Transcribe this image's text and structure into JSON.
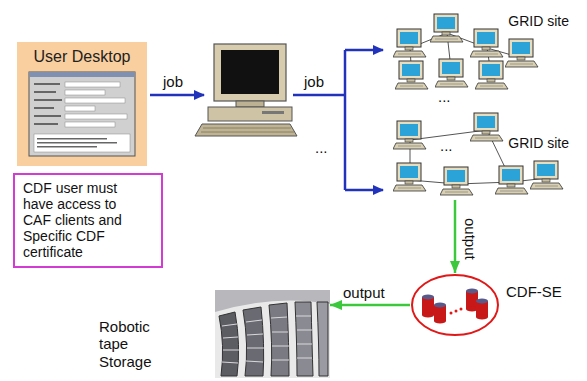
{
  "diagram": {
    "nodes": [
      {
        "text": [
          "User Desktop"
        ]
      },
      {
        "text": [
          "CDF user must have access to CAF clients and Specific CDF certificate"
        ]
      },
      {
        "text": [
          "GRID site"
        ]
      },
      {
        "text": [
          "GRID site"
        ]
      },
      {
        "text": [
          "CDF-SE"
        ]
      },
      {
        "text": [
          "Robotic tape Storage"
        ]
      }
    ],
    "edges": [
      {
        "from": 3,
        "to": 4,
        "label": "output",
        "arrow": "to"
      },
      {
        "from": 4,
        "to": 5,
        "label": "output",
        "arrow": "to"
      }
    ],
    "labels": [
      "job",
      "job",
      "...",
      "...",
      "..."
    ]
  }
}
